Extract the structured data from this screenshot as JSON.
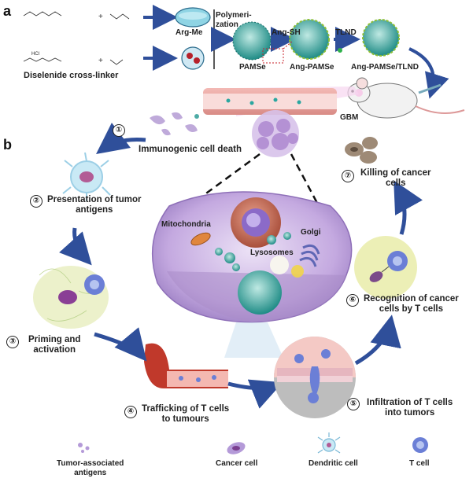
{
  "panels": {
    "a": "a",
    "b": "b"
  },
  "panel_a": {
    "arg_me": "Arg-Me",
    "polymerization": "Polymeri-\nzation",
    "diselenide": "Diselenide cross-linker",
    "pamse": "PAMSe",
    "ang_sh": "Ang-SH",
    "ang_pamse": "Ang-PAMSe",
    "tlnd": "TLND",
    "ang_pamse_tlnd": "Ang-PAMSe/TLND",
    "gbm": "GBM",
    "reagent_hcl": "HCl"
  },
  "panel_b": {
    "cell_labels": {
      "mitochondria": "Mitochondria",
      "golgi": "Golgi",
      "lysosomes": "Lysosomes"
    },
    "steps": [
      {
        "num": "①",
        "label": "Immunogenic cell death"
      },
      {
        "num": "②",
        "label": "Presentation of tumor\nantigens"
      },
      {
        "num": "③",
        "label": "Priming and\nactivation"
      },
      {
        "num": "④",
        "label": "Trafficking of T cells\nto tumours"
      },
      {
        "num": "⑤",
        "label": "Infiltration of T cells\ninto tumors"
      },
      {
        "num": "⑥",
        "label": "Recognition of cancer\ncells by T cells"
      },
      {
        "num": "⑦",
        "label": "Killing of cancer\ncells"
      }
    ],
    "legend": [
      {
        "label": "Tumor-associated\nantigens"
      },
      {
        "label": "Cancer cell"
      },
      {
        "label": "Dendritic cell"
      },
      {
        "label": "T cell"
      }
    ]
  },
  "colors": {
    "arrow": "#2f4f9a",
    "nanoparticle_teal": "#2aa7a0",
    "cell_purple": "#b79ad6",
    "vessel_red": "#c0392b",
    "tcell_blue": "#6b7fd6",
    "circle_yellow": "#ecefb6"
  }
}
